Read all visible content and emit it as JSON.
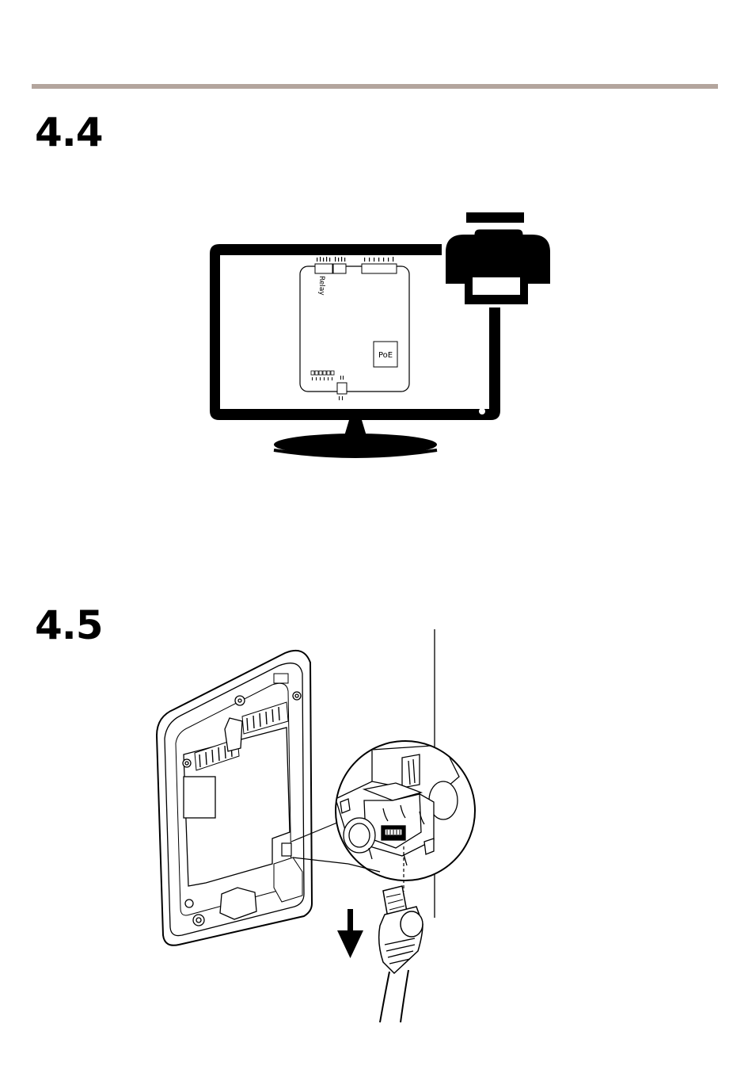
{
  "steps": [
    {
      "number": "4.4"
    },
    {
      "number": "4.5"
    }
  ],
  "figure_44": {
    "board_labels": {
      "relay": "Relay",
      "poe": "PoE"
    }
  }
}
